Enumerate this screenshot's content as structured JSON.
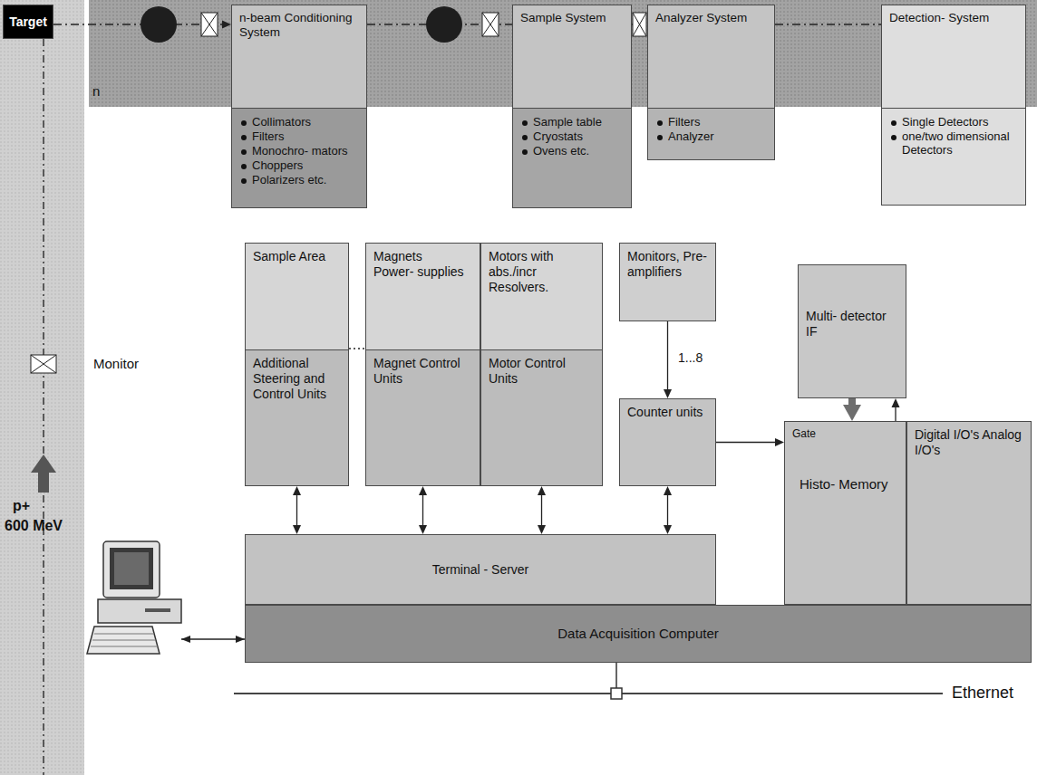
{
  "diagram": {
    "nodes": [
      {
        "text": [
          "Target"
        ]
      },
      {
        "text": [
          "n-beam Conditioning System",
          "Collimators",
          "Filters",
          "Monochro- mators",
          "Choppers",
          "Polarizers etc."
        ]
      },
      {
        "text": [
          "Sample System",
          "Sample table",
          "Cryostats",
          "Ovens etc."
        ]
      },
      {
        "text": [
          "Analyzer System",
          "Filters",
          "Analyzer"
        ]
      },
      {
        "text": [
          "Detection- System",
          "Single Detectors",
          "one/two dimensional Detectors"
        ]
      },
      {
        "text": [
          "Sample Area",
          "Additional Steering and Control Units"
        ]
      },
      {
        "text": [
          "Magnets",
          "Power- supplies",
          "Magnet Control Units"
        ]
      },
      {
        "text": [
          "Motors with abs./incr Resolvers.",
          "Motor Control Units"
        ]
      },
      {
        "text": [
          "Monitors, Pre- amplifiers"
        ]
      },
      {
        "text": [
          "Counter units"
        ]
      },
      {
        "text": [
          "Multi- detector IF"
        ]
      },
      {
        "text": [
          "Gate",
          "Histo- Memory"
        ]
      },
      {
        "text": [
          "Digital I/O's Analog I/O's"
        ]
      },
      {
        "text": [
          "Terminal - Server"
        ]
      },
      {
        "text": [
          "Data Acquisition Computer"
        ]
      }
    ],
    "edges": [
      {
        "from": 0,
        "to": 1,
        "arrow": "to"
      },
      {
        "from": 1,
        "to": 2,
        "arrow": "none"
      },
      {
        "from": 2,
        "to": 3,
        "arrow": "none"
      },
      {
        "from": 3,
        "to": 4,
        "arrow": "none"
      },
      {
        "from": 5,
        "to": 6,
        "arrow": "none"
      },
      {
        "from": 5,
        "to": 13,
        "arrow": "both"
      },
      {
        "from": 6,
        "to": 13,
        "arrow": "both"
      },
      {
        "from": 7,
        "to": 13,
        "arrow": "both"
      },
      {
        "from": 9,
        "to": 13,
        "arrow": "both"
      },
      {
        "from": 8,
        "to": 9,
        "arrow": "to"
      },
      {
        "from": 9,
        "to": 11,
        "arrow": "to"
      },
      {
        "from": 10,
        "to": 11,
        "arrow": "to"
      },
      {
        "from": 11,
        "to": 10,
        "arrow": "to"
      }
    ],
    "labels": [
      "n",
      "Monitor",
      "p+",
      "600 MeV",
      "1...8",
      "Ethernet"
    ]
  }
}
